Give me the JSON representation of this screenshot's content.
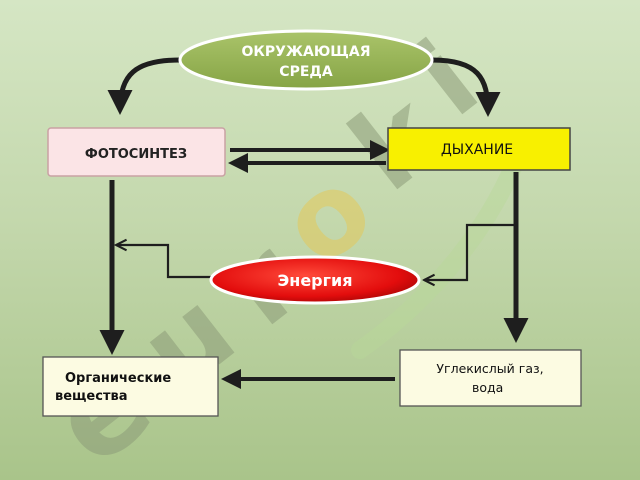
{
  "watermark": {
    "letters": [
      "e",
      "u",
      "r",
      "o",
      "k",
      "i"
    ],
    "colors": [
      "#8c9c78",
      "#8c9c78",
      "#8c9c78",
      "#e3c85a",
      "#8c9c78",
      "#78a86a"
    ]
  },
  "nodes": {
    "environment": {
      "line1": "ОКРУЖАЮЩАЯ",
      "line2": "СРЕДА"
    },
    "photosynthesis": {
      "label": "ФОТОСИНТЕЗ"
    },
    "respiration": {
      "label": "ДЫХАНИЕ"
    },
    "energy": {
      "label": "Энергия"
    },
    "organic": {
      "line1": "Органические",
      "line2": "вещества"
    },
    "co2": {
      "line1": "Углекислый газ,",
      "line2": "вода"
    }
  },
  "colors": {
    "environment_fill": "#9cb85a",
    "photosynthesis_fill": "#fbe4e6",
    "respiration_fill": "#f8f000",
    "energy_fill": "#e30d0d",
    "ivory_fill": "#fcfbe2",
    "arrow": "#1e1e1e"
  }
}
